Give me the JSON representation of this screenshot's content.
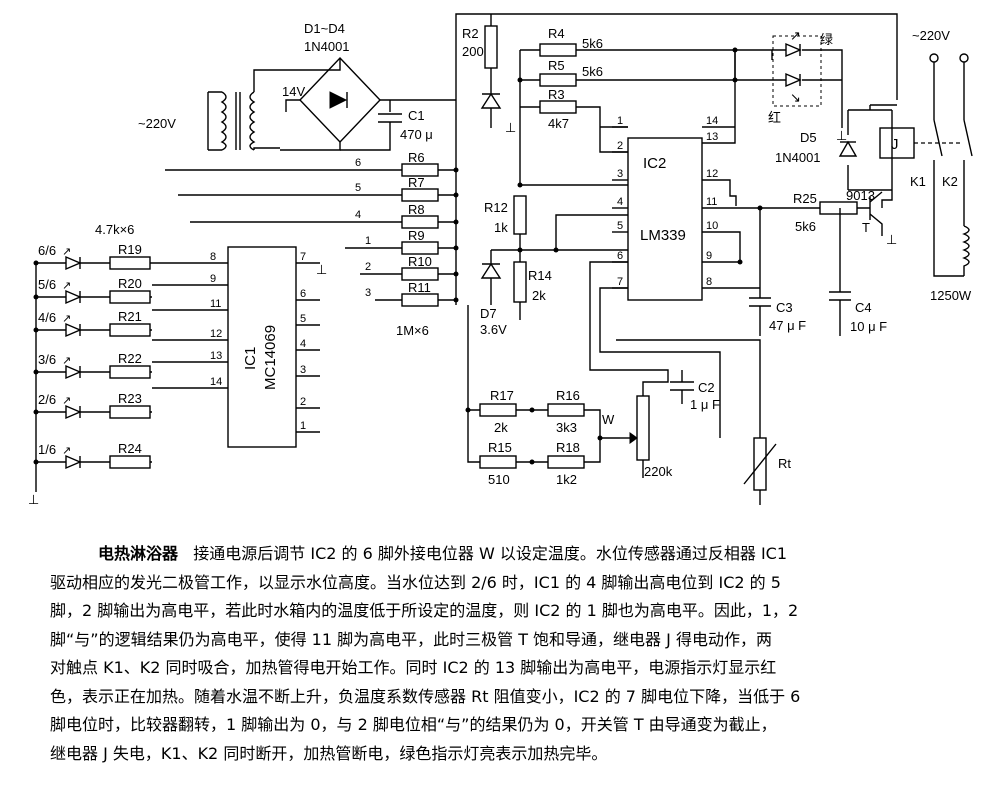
{
  "schematic": {
    "transformer_input": "~220V",
    "bridge": {
      "ref": "D1~D4",
      "part": "1N4001"
    },
    "secondary_voltage": "14V",
    "c1": {
      "ref": "C1",
      "value": "470 μ"
    },
    "r2": {
      "ref": "R2",
      "value": "200"
    },
    "r4": {
      "ref": "R4",
      "value": "5k6"
    },
    "r5": {
      "ref": "R5",
      "value": "5k6"
    },
    "r3": {
      "ref": "R3",
      "value": "4k7"
    },
    "led_green": "绿",
    "led_red": "红",
    "d5": {
      "ref": "D5",
      "part": "1N4001"
    },
    "relay": "J",
    "mains_out": "~220V",
    "contacts": [
      "K1",
      "K2"
    ],
    "heater": "1250W",
    "ic2": {
      "ref": "IC2",
      "part": "LM339"
    },
    "ic1": {
      "ref": "IC1",
      "part": "MC14069"
    },
    "r25": {
      "ref": "R25",
      "value": "5k6"
    },
    "transistor": {
      "part": "9013",
      "ref": "T"
    },
    "r12": {
      "ref": "R12",
      "value": "1k"
    },
    "r14": {
      "ref": "R14",
      "value": "2k"
    },
    "d7": {
      "ref": "D7",
      "value": "3.6V"
    },
    "c3": {
      "ref": "C3",
      "value": "47 μ F"
    },
    "c4": {
      "ref": "C4",
      "value": "10 μ F"
    },
    "c2": {
      "ref": "C2",
      "value": "1 μ F"
    },
    "pot": {
      "ref": "W",
      "value": "220k"
    },
    "rt": "Rt",
    "r17": {
      "ref": "R17",
      "value": "2k"
    },
    "r16": {
      "ref": "R16",
      "value": "3k3"
    },
    "r15": {
      "ref": "R15",
      "value": "510"
    },
    "r18": {
      "ref": "R18",
      "value": "1k2"
    },
    "sense_resistors": [
      "R6",
      "R7",
      "R8",
      "R9",
      "R10",
      "R11"
    ],
    "sense_note": "1M×6",
    "sense_wires": [
      "6",
      "5",
      "4",
      "1",
      "2",
      "3"
    ],
    "led_resistors": [
      "R19",
      "R20",
      "R21",
      "R22",
      "R23",
      "R24"
    ],
    "led_resistor_note": "4.7k×6",
    "levels": [
      "6/6",
      "5/6",
      "4/6",
      "3/6",
      "2/6",
      "1/6"
    ],
    "ic1_left_pins": [
      "8",
      "9",
      "11",
      "12",
      "13",
      "14"
    ],
    "ic1_right_pins": [
      "7",
      "6",
      "5",
      "4",
      "3",
      "2",
      "1"
    ],
    "ic2_left_pins": [
      "1",
      "2",
      "3",
      "4",
      "5",
      "6",
      "7"
    ],
    "ic2_right_pins": [
      "14",
      "13",
      "12",
      "11",
      "10",
      "9",
      "8"
    ]
  },
  "description": {
    "title": "电热淋浴器",
    "lines": [
      "接通电源后调节 IC2 的 6 脚外接电位器 W 以设定温度。水位传感器通过反相器 IC1",
      "驱动相应的发光二极管工作，以显示水位高度。当水位达到 2/6 时，IC1 的 4 脚输出高电位到 IC2 的 5",
      "脚，2 脚输出为高电平，若此时水箱内的温度低于所设定的温度，则 IC2 的 1 脚也为高电平。因此，1，2",
      "脚“与”的逻辑结果仍为高电平，使得 11 脚为高电平，此时三极管 T 饱和导通，继电器 J 得电动作，两",
      "对触点 K1、K2 同时吸合，加热管得电开始工作。同时 IC2 的 13 脚输出为高电平，电源指示灯显示红",
      "色，表示正在加热。随着水温不断上升，负温度系数传感器 Rt 阻值变小，IC2 的 7 脚电位下降，当低于 6",
      "脚电位时，比较器翻转，1 脚输出为 0，与 2 脚电位相“与”的结果仍为 0，开关管 T 由导通变为截止，",
      "继电器 J 失电，K1、K2 同时断开，加热管断电，绿色指示灯亮表示加热完毕。"
    ]
  }
}
